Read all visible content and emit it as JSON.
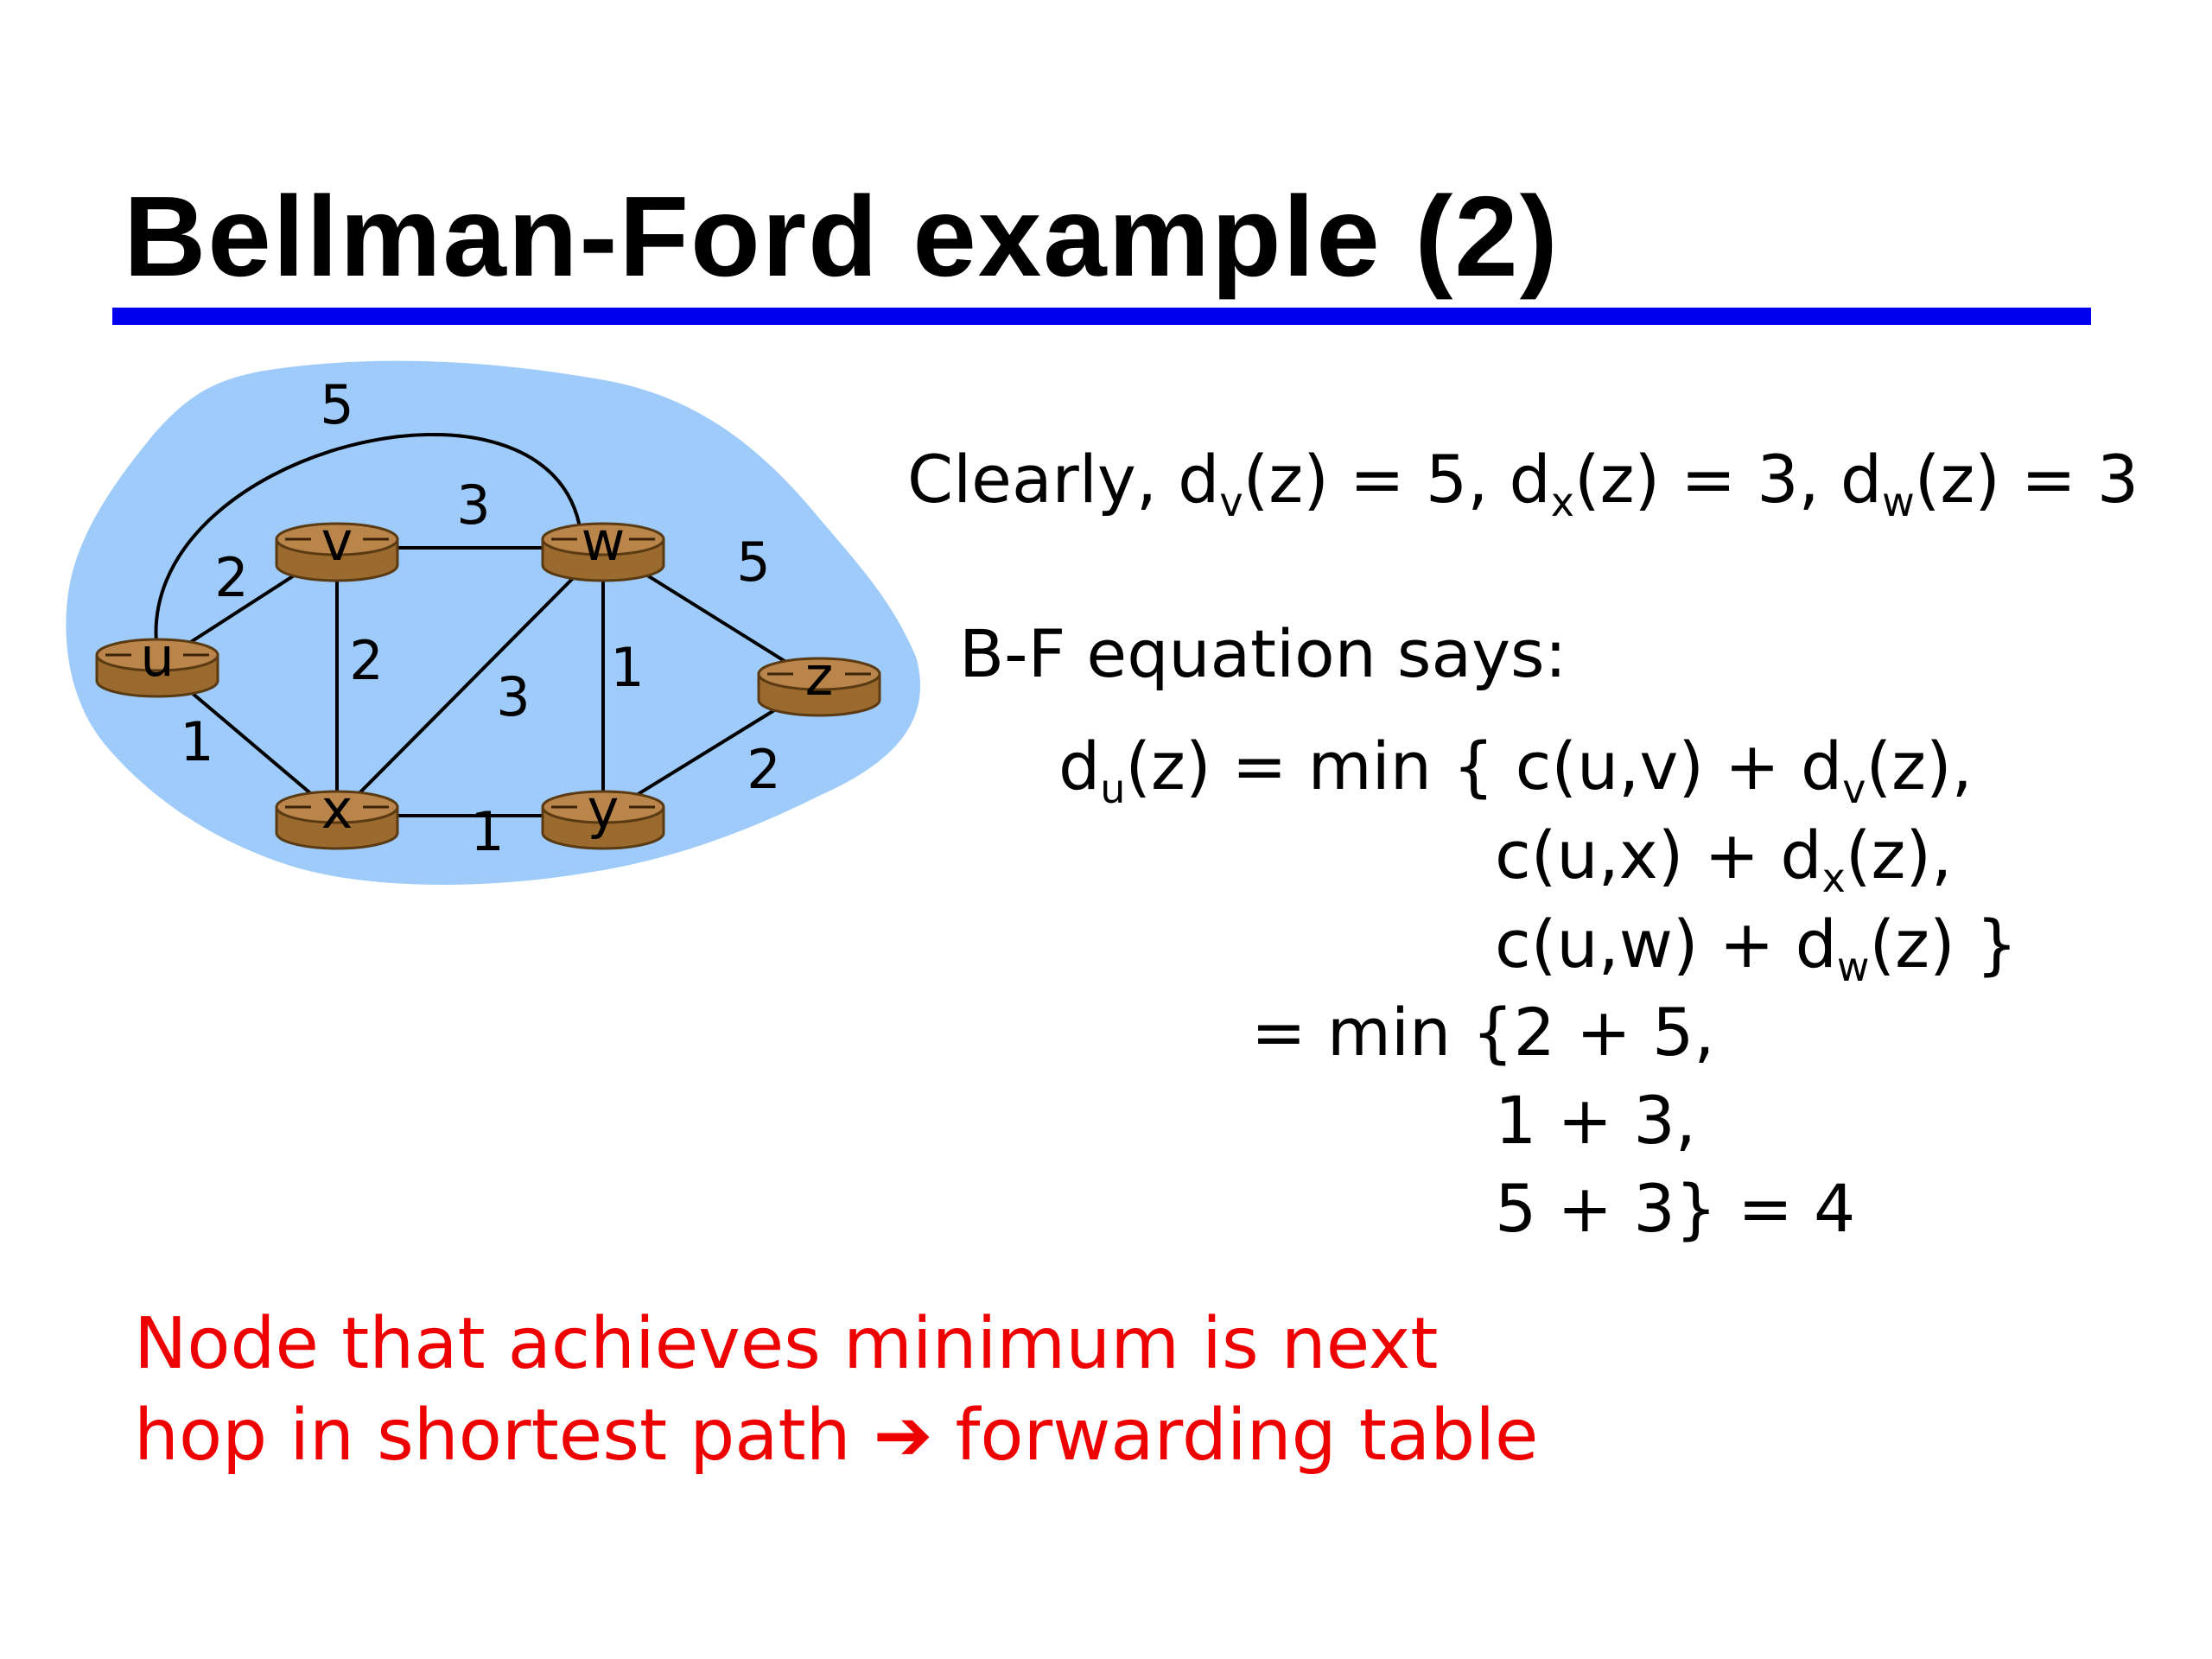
{
  "title": "Bellman-Ford example (2)",
  "colors": {
    "title_rule": "#0000ee",
    "cloud": "#9ecbf9",
    "router_body": "#9a6a2e",
    "router_top": "#b9854a",
    "note": "#ee0000"
  },
  "network": {
    "nodes": [
      {
        "id": "u",
        "label": "u"
      },
      {
        "id": "v",
        "label": "v"
      },
      {
        "id": "w",
        "label": "w"
      },
      {
        "id": "x",
        "label": "x"
      },
      {
        "id": "y",
        "label": "y"
      },
      {
        "id": "z",
        "label": "z"
      }
    ],
    "edges": [
      {
        "from": "u",
        "to": "w",
        "cost": "5"
      },
      {
        "from": "v",
        "to": "w",
        "cost": "3"
      },
      {
        "from": "u",
        "to": "v",
        "cost": "2"
      },
      {
        "from": "v",
        "to": "x",
        "cost": "2"
      },
      {
        "from": "w",
        "to": "x",
        "cost": "3"
      },
      {
        "from": "w",
        "to": "y",
        "cost": "1"
      },
      {
        "from": "w",
        "to": "z",
        "cost": "5"
      },
      {
        "from": "u",
        "to": "x",
        "cost": "1"
      },
      {
        "from": "x",
        "to": "y",
        "cost": "1"
      },
      {
        "from": "y",
        "to": "z",
        "cost": "2"
      }
    ]
  },
  "clearly": {
    "prefix": "Clearly, d",
    "s1": "v",
    "t1": "(z) = 5, d",
    "s2": "x",
    "t2": "(z) = 3, d",
    "s3": "w",
    "t3": "(z) = 3"
  },
  "bf_heading": "B-F equation says:",
  "equation": {
    "l1a": "d",
    "l1s": "u",
    "l1b": "(z) = min { c(u,v) + d",
    "l1s2": "v",
    "l1c": "(z),",
    "l2a": "c(u,x) + d",
    "l2s": "x",
    "l2b": "(z),",
    "l3a": "c(u,w) + d",
    "l3s": "w",
    "l3b": "(z) }",
    "l4": "= min {2 + 5,",
    "l5": "1 + 3,",
    "l6": "5 + 3}  = 4"
  },
  "note": {
    "line1": "Node that achieves minimum is next",
    "line2a": "hop in shortest path",
    "arrow": "➔",
    "line2b": "forwarding table"
  }
}
